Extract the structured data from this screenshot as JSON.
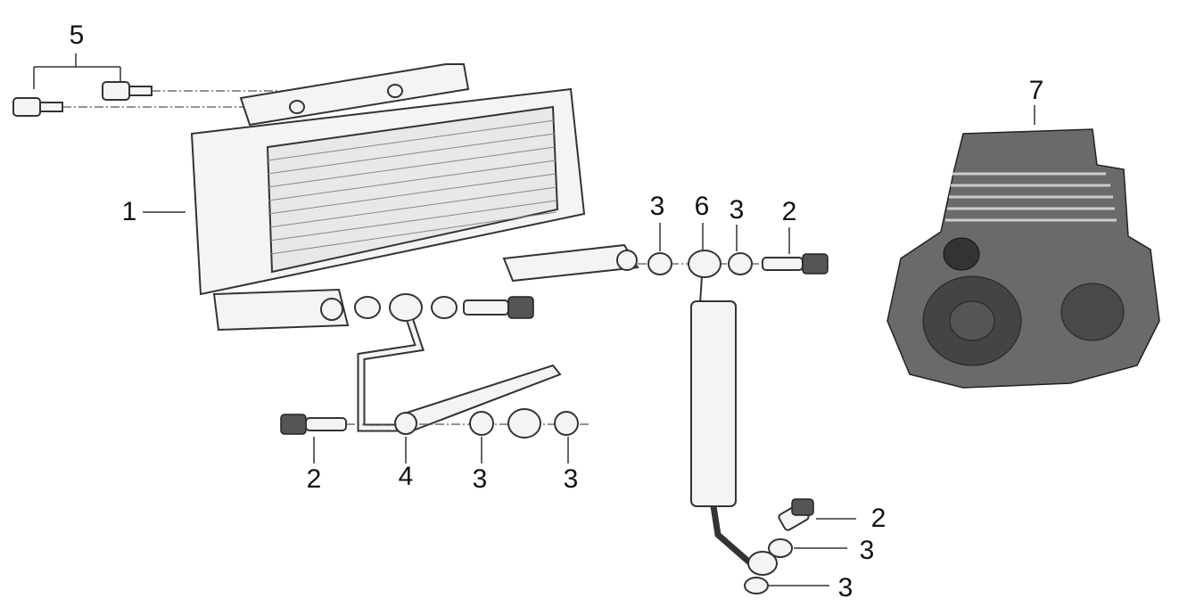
{
  "diagram": {
    "title": "Oil cooler assembly exploded view",
    "callouts": {
      "top_left_bolts": "5",
      "radiator": "1",
      "upper_washer_left": "3",
      "upper_banjo": "6",
      "upper_washer_right": "3",
      "upper_bolt": "2",
      "engine": "7",
      "lower_bolt": "2",
      "lower_pipe": "4",
      "lower_washer_left": "3",
      "lower_washer_right": "3",
      "bottom_bolt": "2",
      "bottom_washer_upper": "3",
      "bottom_washer_lower": "3"
    }
  }
}
